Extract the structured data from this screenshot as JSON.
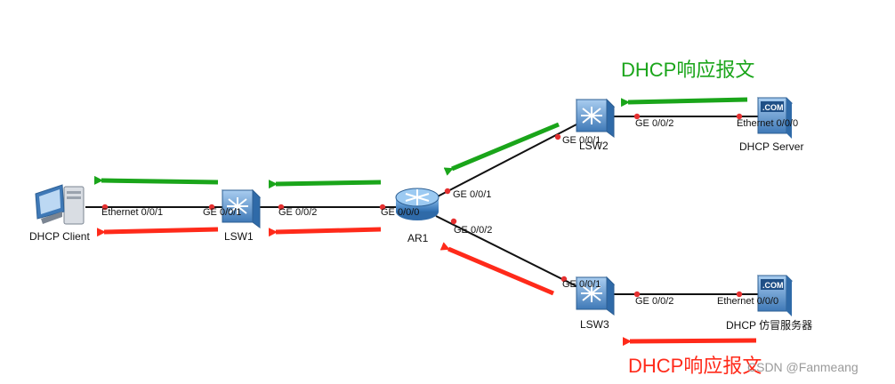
{
  "colors": {
    "green": "#1aa51a",
    "red": "#ff2a1a",
    "link": "#111111",
    "port_dot": "#e53030",
    "device_blue": "#3f79b7"
  },
  "devices": {
    "client": {
      "label": "DHCP Client",
      "icon": "pc-icon"
    },
    "lsw1": {
      "label": "LSW1",
      "icon": "switch-icon"
    },
    "ar1": {
      "label": "AR1",
      "icon": "router-icon"
    },
    "lsw2": {
      "label": "LSW2",
      "icon": "switch-icon"
    },
    "lsw3": {
      "label": "LSW3",
      "icon": "switch-icon"
    },
    "server": {
      "label": "DHCP Server",
      "icon": "server-icon",
      "badge": ".COM"
    },
    "fake_server": {
      "label": "DHCP 仿冒服务器",
      "icon": "server-icon",
      "badge": ".COM"
    }
  },
  "ports": {
    "client_eth": "Ethernet 0/0/1",
    "lsw1_ge1": "GE 0/0/1",
    "lsw1_ge2": "GE 0/0/2",
    "ar1_ge0": "GE 0/0/0",
    "ar1_ge1": "GE 0/0/1",
    "ar1_ge2": "GE 0/0/2",
    "lsw2_ge1": "GE 0/0/1",
    "lsw2_ge2": "GE 0/0/2",
    "server_eth": "Ethernet 0/0/0",
    "lsw3_ge1": "GE 0/0/1",
    "lsw3_ge2": "GE 0/0/2",
    "fake_eth": "Ethernet 0/0/0"
  },
  "annotations": {
    "green_label": "DHCP响应报文",
    "red_label": "DHCP响应报文"
  },
  "watermark": "CSDN @Fanmeang"
}
